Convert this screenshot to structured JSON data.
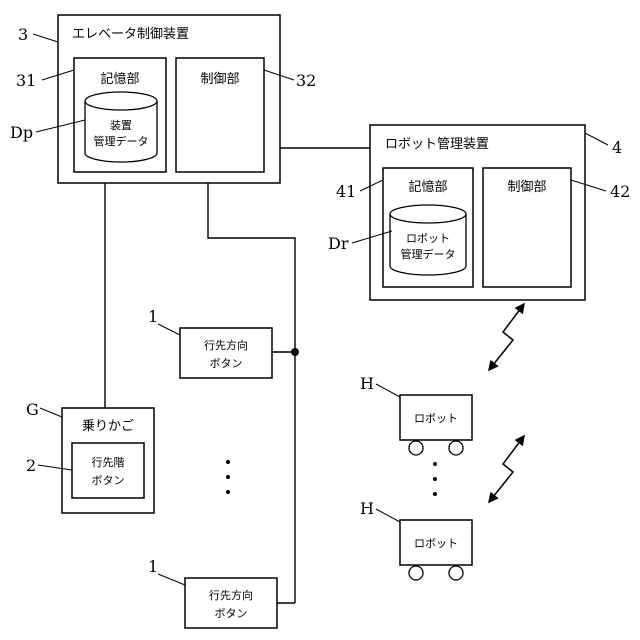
{
  "figure": {
    "elevator_controller": {
      "title": "エレベータ制御装置",
      "ref": "3",
      "storage": {
        "label": "記憶部",
        "ref": "31"
      },
      "control": {
        "label": "制御部",
        "ref": "32"
      },
      "cylinder": {
        "line1": "装置",
        "line2": "管理データ",
        "ref": "Dp"
      }
    },
    "robot_manager": {
      "title": "ロボット管理装置",
      "ref": "4",
      "storage": {
        "label": "記憶部",
        "ref": "41"
      },
      "control": {
        "label": "制御部",
        "ref": "42"
      },
      "cylinder": {
        "line1": "ロボット",
        "line2": "管理データ",
        "ref": "Dr"
      }
    },
    "car": {
      "title": "乗りかご",
      "ref": "G",
      "floor_button": {
        "line1": "行先階",
        "line2": "ボタン",
        "ref": "2"
      }
    },
    "direction_button_top": {
      "line1": "行先方向",
      "line2": "ボタン",
      "ref": "1"
    },
    "direction_button_bottom": {
      "line1": "行先方向",
      "line2": "ボタン",
      "ref": "1"
    },
    "robot_top": {
      "label": "ロボット",
      "ref": "H"
    },
    "robot_bottom": {
      "label": "ロボット",
      "ref": "H"
    }
  }
}
